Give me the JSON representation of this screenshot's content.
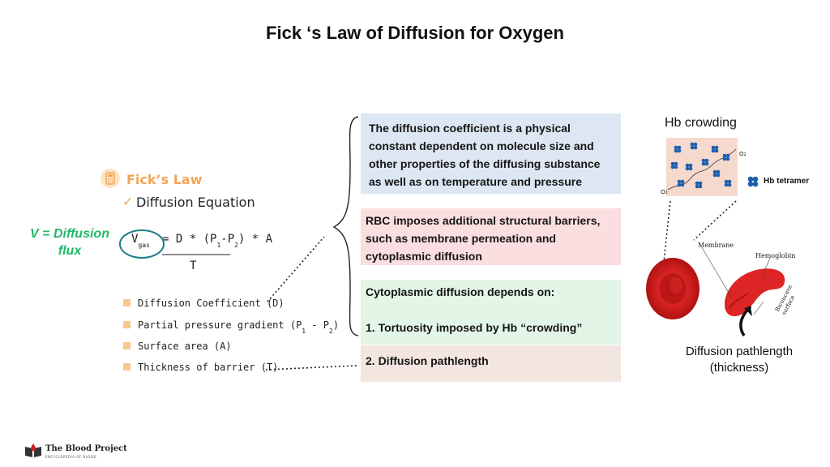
{
  "title": "Fick ‘s Law of Diffusion for Oxygen",
  "left_panel": {
    "fick_law_label": "Fick’s Law",
    "diffusion_equation_label": "Diffusion Equation",
    "v_label_line1": "V = Diffusion",
    "v_label_line2": "flux",
    "equation": {
      "v": "V",
      "gas_subscript": "gas",
      "rhs_head": "= D * (P",
      "sub1": "1",
      "mid": "-P",
      "sub2": "2",
      "rhs_tail": ") * A",
      "denominator": "T"
    },
    "bullets": [
      "Diffusion Coefficient (D)",
      "Partial pressure gradient (P",
      "Surface area (A)",
      "Thickness of barrier (T)"
    ],
    "bullet2_sub1": "1",
    "bullet2_mid": " - P",
    "bullet2_sub2": "2",
    "bullet2_tail": ")"
  },
  "boxes": {
    "diffusion_coefficient": "The diffusion coefficient is a physical constant dependent on molecule size and other properties of the diffusing substance as well as on temperature and pressure",
    "rbc_barriers": "RBC imposes additional structural barriers, such as membrane permeation and cytoplasmic diffusion",
    "cytoplasmic_heading": "Cytoplasmic diffusion depends on:",
    "tortuosity": "1. Tortuosity imposed by Hb “crowding”",
    "pathlength": "2. Diffusion pathlength"
  },
  "right_panel": {
    "hb_crowding_title": "Hb crowding",
    "o2_label": "O",
    "o2_subscript": "2",
    "hb_tetramer_label": "Hb tetramer",
    "membrane_label": "Membrane",
    "hemoglobin_label": "Hemoglobin",
    "biconcave_line1": "Biconcave",
    "biconcave_line2": "surface",
    "pathlength_line1": "Diffusion pathlength",
    "pathlength_line2": "(thickness)"
  },
  "footer": {
    "logo_text": "The Blood Project",
    "logo_subtext": "ENCYCLOPEDIA OF BLOOD"
  },
  "colors": {
    "accent_orange": "#f2a65a",
    "flux_green": "#1fba6a",
    "circle_teal": "#1a7f86",
    "box_blue": "#dde6f3",
    "box_pink": "#fbdedf",
    "box_green": "#e3f5e6",
    "box_beige": "#f3e5e0",
    "rbc_red": "#d21d1d",
    "hb_blue": "#1d5fae"
  }
}
